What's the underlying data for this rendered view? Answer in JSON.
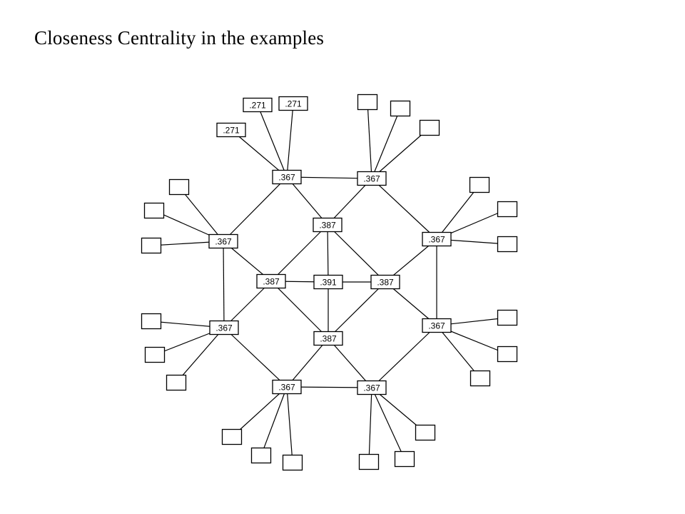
{
  "title": "Closeness Centrality in the examples",
  "nodes": [
    {
      "id": "c",
      "label": ".391"
    },
    {
      "id": "i1",
      "label": ".387"
    },
    {
      "id": "i2",
      "label": ".387"
    },
    {
      "id": "i3",
      "label": ".387"
    },
    {
      "id": "i4",
      "label": ".387"
    },
    {
      "id": "h1",
      "label": ".367"
    },
    {
      "id": "h2",
      "label": ".367"
    },
    {
      "id": "h3",
      "label": ".367"
    },
    {
      "id": "h4",
      "label": ".367"
    },
    {
      "id": "h5",
      "label": ".367"
    },
    {
      "id": "h6",
      "label": ".367"
    },
    {
      "id": "h7",
      "label": ".367"
    },
    {
      "id": "h8",
      "label": ".367"
    },
    {
      "id": "l1a",
      "label": ".271"
    },
    {
      "id": "l1b",
      "label": ".271"
    },
    {
      "id": "l1c",
      "label": ".271"
    },
    {
      "id": "l2a",
      "label": ""
    },
    {
      "id": "l2b",
      "label": ""
    },
    {
      "id": "l2c",
      "label": ""
    },
    {
      "id": "l3a",
      "label": ""
    },
    {
      "id": "l3b",
      "label": ""
    },
    {
      "id": "l3c",
      "label": ""
    },
    {
      "id": "l4a",
      "label": ""
    },
    {
      "id": "l4b",
      "label": ""
    },
    {
      "id": "l4c",
      "label": ""
    },
    {
      "id": "l5a",
      "label": ""
    },
    {
      "id": "l5b",
      "label": ""
    },
    {
      "id": "l5c",
      "label": ""
    },
    {
      "id": "l6a",
      "label": ""
    },
    {
      "id": "l6b",
      "label": ""
    },
    {
      "id": "l6c",
      "label": ""
    },
    {
      "id": "l7a",
      "label": ""
    },
    {
      "id": "l7b",
      "label": ""
    },
    {
      "id": "l7c",
      "label": ""
    },
    {
      "id": "l8a",
      "label": ""
    },
    {
      "id": "l8b",
      "label": ""
    },
    {
      "id": "l8c",
      "label": ""
    }
  ],
  "edges": [
    [
      "c",
      "i1"
    ],
    [
      "c",
      "i2"
    ],
    [
      "c",
      "i3"
    ],
    [
      "c",
      "i4"
    ],
    [
      "i1",
      "h1"
    ],
    [
      "i1",
      "h2"
    ],
    [
      "i1",
      "i2"
    ],
    [
      "i1",
      "i3"
    ],
    [
      "i2",
      "h3"
    ],
    [
      "i2",
      "h4"
    ],
    [
      "i2",
      "i4"
    ],
    [
      "i4",
      "h5"
    ],
    [
      "i4",
      "h6"
    ],
    [
      "i4",
      "i3"
    ],
    [
      "i3",
      "h7"
    ],
    [
      "i3",
      "h8"
    ],
    [
      "h1",
      "h2"
    ],
    [
      "h2",
      "h3"
    ],
    [
      "h3",
      "h4"
    ],
    [
      "h4",
      "h5"
    ],
    [
      "h5",
      "h6"
    ],
    [
      "h6",
      "h7"
    ],
    [
      "h7",
      "h8"
    ],
    [
      "h8",
      "h1"
    ],
    [
      "h1",
      "l1a"
    ],
    [
      "h1",
      "l1b"
    ],
    [
      "h1",
      "l1c"
    ],
    [
      "h2",
      "l2a"
    ],
    [
      "h2",
      "l2b"
    ],
    [
      "h2",
      "l2c"
    ],
    [
      "h3",
      "l3a"
    ],
    [
      "h3",
      "l3b"
    ],
    [
      "h3",
      "l3c"
    ],
    [
      "h4",
      "l4a"
    ],
    [
      "h4",
      "l4b"
    ],
    [
      "h4",
      "l4c"
    ],
    [
      "h5",
      "l5a"
    ],
    [
      "h5",
      "l5b"
    ],
    [
      "h5",
      "l5c"
    ],
    [
      "h6",
      "l6a"
    ],
    [
      "h6",
      "l6b"
    ],
    [
      "h6",
      "l6c"
    ],
    [
      "h7",
      "l7a"
    ],
    [
      "h7",
      "l7b"
    ],
    [
      "h7",
      "l7c"
    ],
    [
      "h8",
      "l8a"
    ],
    [
      "h8",
      "l8b"
    ],
    [
      "h8",
      "l8c"
    ]
  ]
}
